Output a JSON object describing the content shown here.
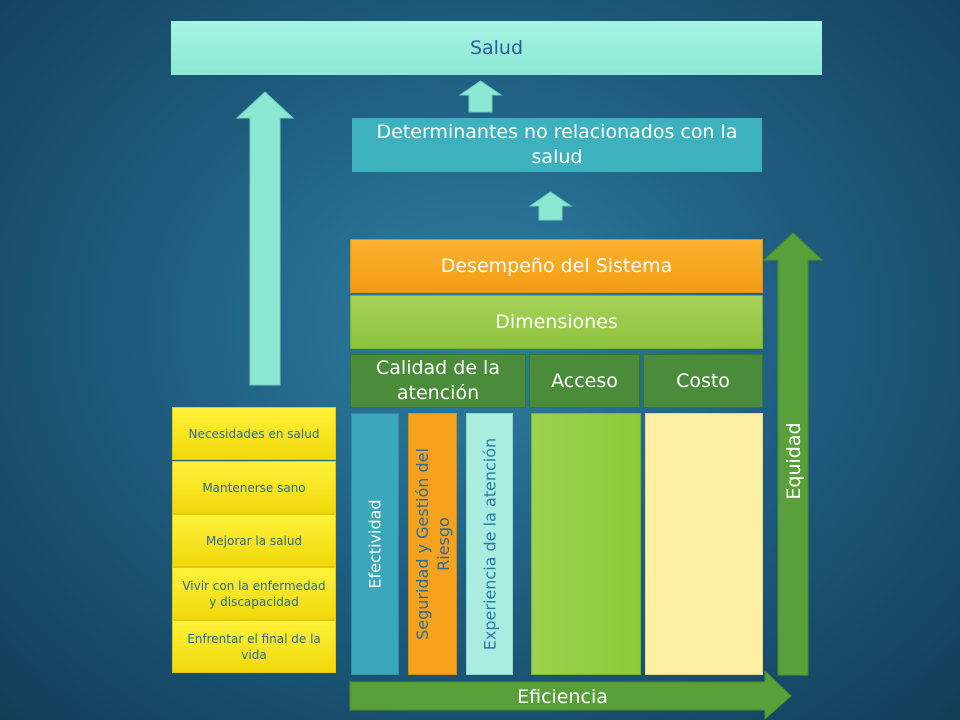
{
  "top": {
    "salud": "Salud",
    "determinantes": "Determinantes no relacionados con la salud"
  },
  "system": {
    "desempeno": "Desempeño del Sistema",
    "dimensiones": "Dimensiones"
  },
  "dimensions": {
    "calidad": "Calidad de la atención",
    "acceso": "Acceso",
    "costo": "Costo"
  },
  "quality_columns": {
    "efectividad": "Efectividad",
    "seguridad": "Seguridad y Gestión del Riesgo",
    "experiencia": "Experiencia de la atención"
  },
  "needs": [
    "Necesidades en salud",
    "Mantenerse sano",
    "Mejorar la salud",
    "Vivir con la enfermedad y discapacidad",
    "Enfrentar el final de la vida"
  ],
  "arrows": {
    "equidad": "Equidad",
    "eficiencia": "Eficiencia"
  },
  "colors": {
    "background": "#1f5f82",
    "salud_fill": "#a5f5e3",
    "determinantes_fill": "#3eb1bf",
    "desempeno_fill": "#f7a21d",
    "dimensiones_fill": "#9bcb4a",
    "dimension_header_fill": "#4a8c3a",
    "needs_fill": "#f6e21f",
    "arrow_green": "#5aa03a",
    "arrow_mint": "#8de8d3"
  }
}
